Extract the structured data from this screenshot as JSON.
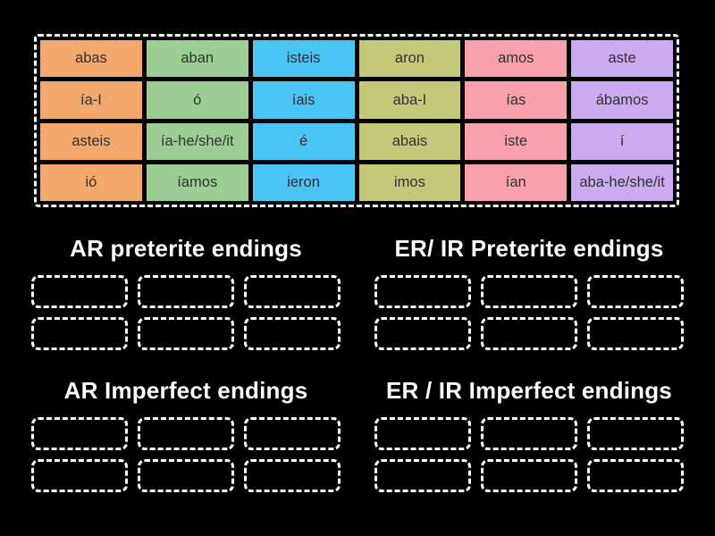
{
  "stage": {
    "background": "#000000",
    "tile_text_color": "#333333",
    "title_color": "#ffffff",
    "dash_color": "#ffffff"
  },
  "palette": {
    "orange": "#F2A76D",
    "green": "#9BCD94",
    "blue": "#4AC3F5",
    "khaki": "#C5C878",
    "pink": "#F8A0AC",
    "purple": "#CBAAEF"
  },
  "tile_bank": {
    "tiles": [
      {
        "label": "abas",
        "color": "orange"
      },
      {
        "label": "aban",
        "color": "green"
      },
      {
        "label": "isteis",
        "color": "blue"
      },
      {
        "label": "aron",
        "color": "khaki"
      },
      {
        "label": "amos",
        "color": "pink"
      },
      {
        "label": "aste",
        "color": "purple"
      },
      {
        "label": "ía-I",
        "color": "orange"
      },
      {
        "label": "ó",
        "color": "green"
      },
      {
        "label": "íais",
        "color": "blue"
      },
      {
        "label": "aba-I",
        "color": "khaki"
      },
      {
        "label": "ías",
        "color": "pink"
      },
      {
        "label": "ábamos",
        "color": "purple"
      },
      {
        "label": "asteis",
        "color": "orange"
      },
      {
        "label": "ía-he/she/it",
        "color": "green"
      },
      {
        "label": "é",
        "color": "blue"
      },
      {
        "label": "abais",
        "color": "khaki"
      },
      {
        "label": "iste",
        "color": "pink"
      },
      {
        "label": "í",
        "color": "purple"
      },
      {
        "label": "ió",
        "color": "orange"
      },
      {
        "label": "íamos",
        "color": "green"
      },
      {
        "label": "ieron",
        "color": "blue"
      },
      {
        "label": "imos",
        "color": "khaki"
      },
      {
        "label": "ían",
        "color": "pink"
      },
      {
        "label": "aba-he/she/it",
        "color": "purple"
      }
    ]
  },
  "groups": [
    {
      "id": "ar-preterite",
      "title": "AR preterite endings",
      "slot_count": 6
    },
    {
      "id": "er-ir-preterite",
      "title": "ER/ IR Preterite endings",
      "slot_count": 6
    },
    {
      "id": "ar-imperfect",
      "title": "AR Imperfect endings",
      "slot_count": 6
    },
    {
      "id": "er-ir-imperfect",
      "title": "ER / IR Imperfect endings",
      "slot_count": 6
    }
  ]
}
